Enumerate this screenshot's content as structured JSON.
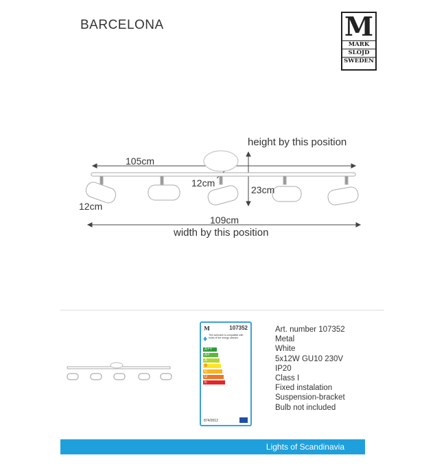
{
  "title": "BARCELONA",
  "logo": {
    "letter": "M",
    "line1": "MARK",
    "line2": "SLÖJD",
    "line3": "SWEDEN"
  },
  "diagram": {
    "height_note": "height by this position",
    "width_note": "width by this position",
    "bar_length": "105cm",
    "base_diameter": "12cm",
    "spot_length": "12cm",
    "height": "23cm",
    "width": "109cm"
  },
  "energy_label": {
    "article": "107352",
    "note": "This luminaire is compatible with bulbs of the energy classes:",
    "classes": [
      "A++",
      "A+",
      "A",
      "B",
      "C",
      "D",
      "E"
    ],
    "regulation": "874/2012"
  },
  "specs": [
    "Art. number 107352",
    "Metal",
    "White",
    "5x12W GU10 230V",
    "IP20",
    "Class I",
    "Fixed instalation",
    "Suspension-bracket",
    "Bulb not included"
  ],
  "footer": "Lights of Scandinavia",
  "colors": {
    "footer": "#1fa0dc",
    "label_border": "#3aa0d6"
  }
}
